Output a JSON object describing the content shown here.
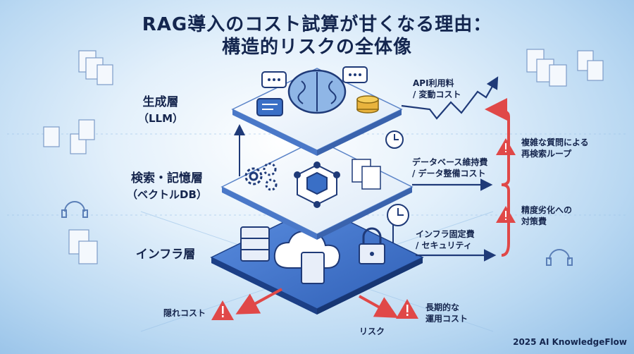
{
  "title": {
    "line1": "RAG導入のコスト試算が甘くなる理由：",
    "line2": "構造的リスクの全体像"
  },
  "layers": [
    {
      "main": "生成層",
      "sub": "（LLM）"
    },
    {
      "main": "検索・記憶層",
      "sub": "（ベクトルDB）"
    },
    {
      "main": "インフラ層",
      "sub": ""
    }
  ],
  "cost_notes": {
    "api": [
      "API利用料",
      "/ 変動コスト"
    ],
    "database": [
      "データベース維持費",
      "/ データ整備コスト"
    ],
    "infra": [
      "インフラ固定費",
      "/ セキュリティ"
    ]
  },
  "risk_notes": {
    "loop": [
      "複雑な質問による",
      "再検索ループ"
    ],
    "accuracy": [
      "精度劣化への",
      "対策費"
    ],
    "hidden": "隠れコスト",
    "longterm": [
      "長期的な",
      "運用コスト"
    ],
    "risk": "リスク"
  },
  "credit": "2025 AI KnowledgeFlow",
  "icons": [
    "brain-icon",
    "chat-bubble-icon",
    "coin-stack-icon",
    "gear-icon",
    "cube-network-icon",
    "document-icon",
    "clock-icon",
    "server-icon",
    "cloud-icon",
    "padlock-icon",
    "warning-icon",
    "headset-icon",
    "trend-arrow-icon"
  ],
  "colors": {
    "accent_red": "#e04848",
    "layer_blue": "#3a6fc6",
    "text_navy": "#15254d"
  }
}
